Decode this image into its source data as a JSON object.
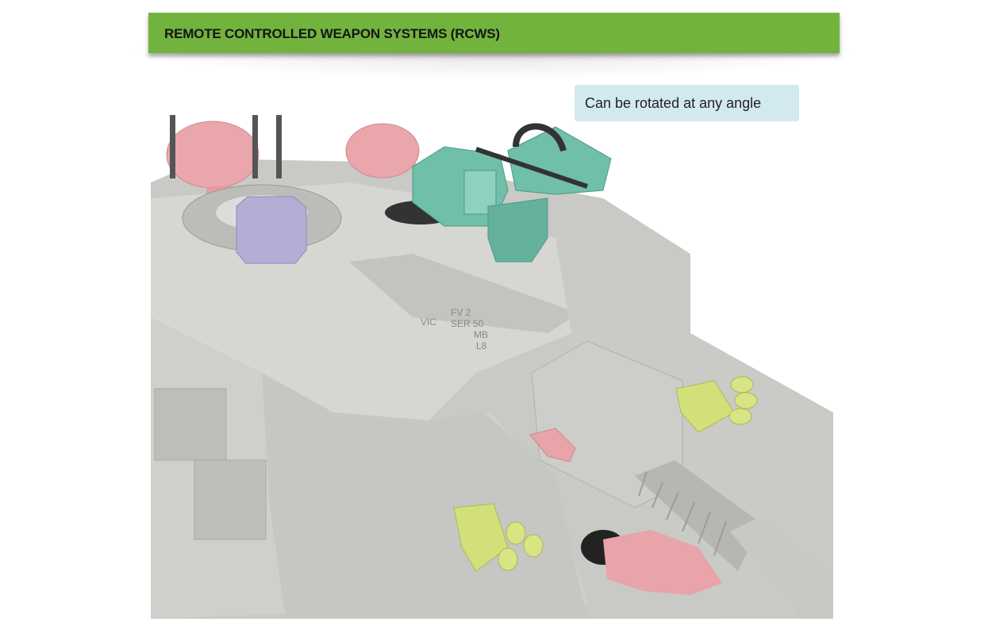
{
  "banner": {
    "title": "REMOTE CONTROLLED WEAPON SYSTEMS (RCWS)",
    "color": "#72b33e"
  },
  "callout": {
    "text": "Can be rotated at any angle",
    "color": "#d3e9f0"
  },
  "render": {
    "subject": "tank-turret-model",
    "markings": [
      "VIC",
      "FV 2",
      "SER 50",
      "MB",
      "L8"
    ],
    "part_colors": {
      "hatch": "#e8a4a8",
      "sight": "#b3aed6",
      "rcws": "#6fbfa9",
      "smoke_dischargers": "#d3e07a",
      "hull": "#d2d2cf"
    }
  }
}
